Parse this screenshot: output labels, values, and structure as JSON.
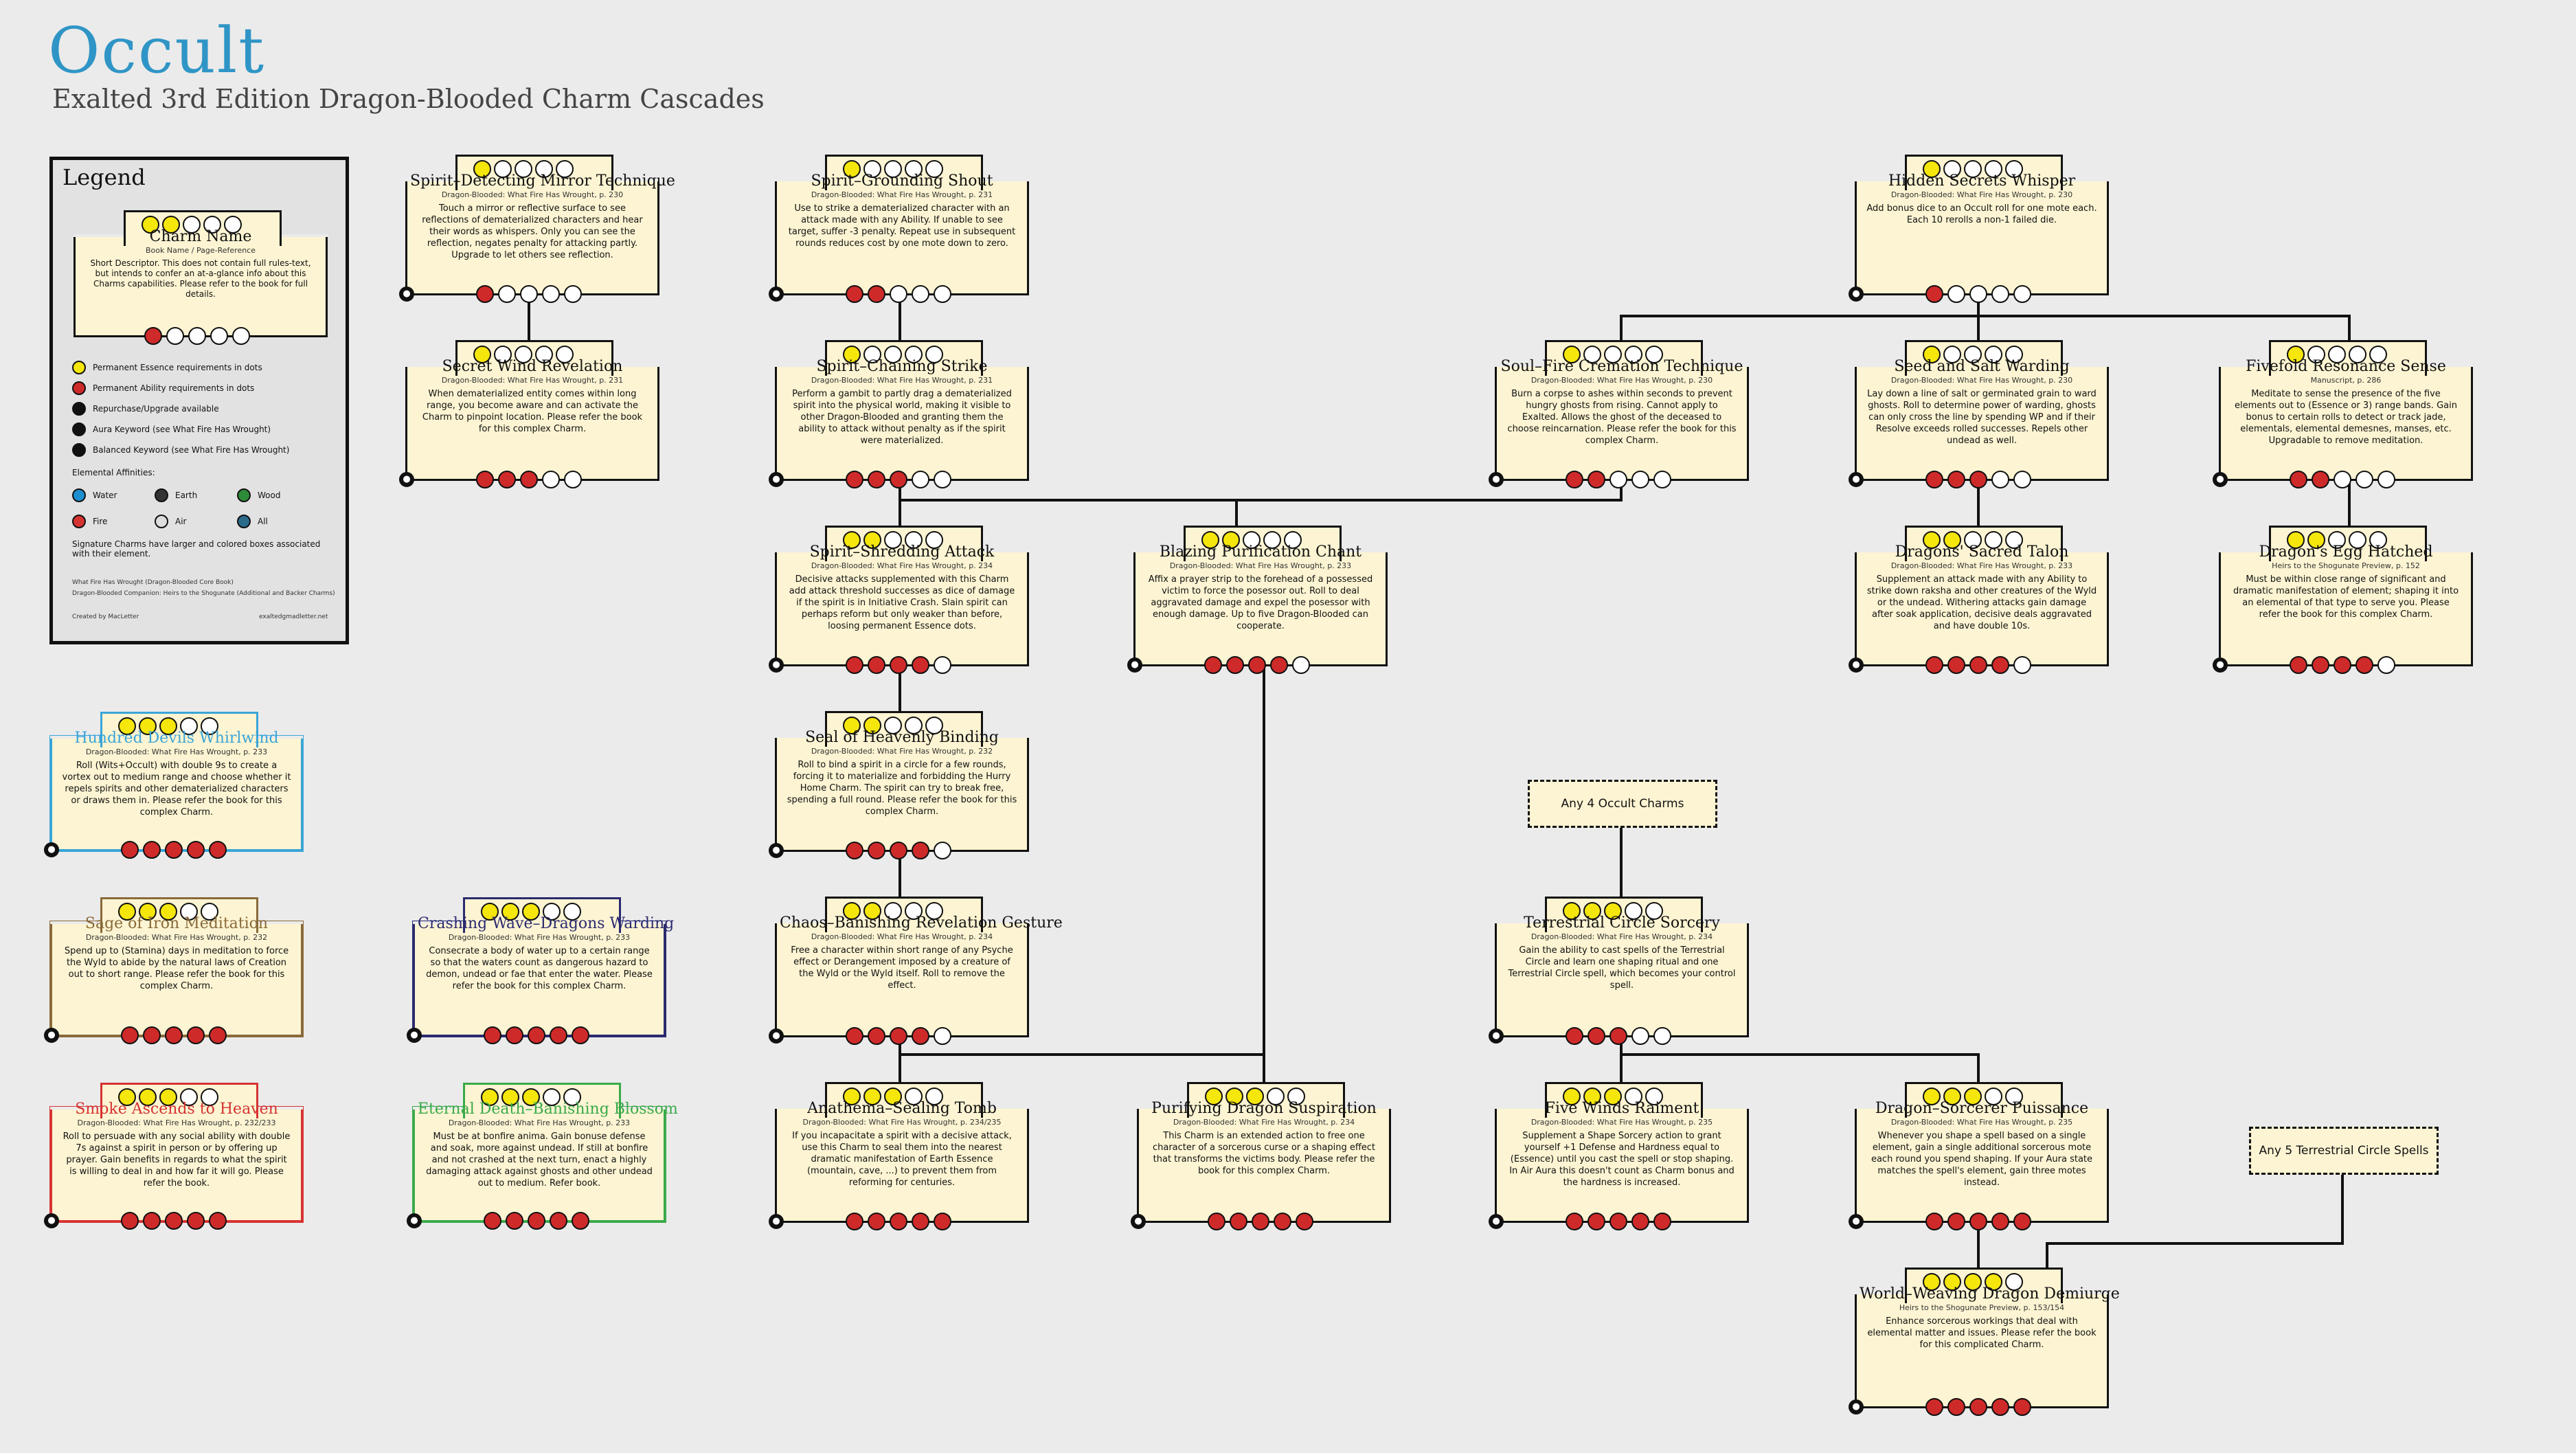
{
  "title": "Occult",
  "subtitle": "Exalted 3rd Edition Dragon-Blooded Charm Cascades",
  "legend": {
    "title": "Legend",
    "sample": {
      "name": "Charm Name",
      "book": "Book Name / Page-Reference",
      "desc": "Short Descriptor. This does not contain full rules-text, but intends to confer an at-a-glance info about this Charms capabilities. Please refer to the book for full details."
    },
    "keys": [
      {
        "label": "Permanent Essence requirements in dots",
        "icon": "essence-dot"
      },
      {
        "label": "Permanent Ability requirements in dots",
        "icon": "ability-dot"
      },
      {
        "label": "Repurchase/Upgrade available",
        "icon": "upgrade-icon"
      },
      {
        "label": "Aura Keyword (see What Fire Has Wrought)",
        "icon": "aura-icon"
      },
      {
        "label": "Balanced Keyword (see What Fire Has Wrought)",
        "icon": "balanced-icon"
      }
    ],
    "affinities_title": "Elemental Affinities:",
    "affinities": [
      "Water",
      "Earth",
      "Wood",
      "Fire",
      "Air",
      "All"
    ],
    "signature_note": "Signature Charms have larger and colored boxes associated with their element.",
    "sources": [
      "What Fire Has Wrought (Dragon-Blooded Core Book)",
      "Dragon-Blooded Companion: Heirs to the Shogunate (Additional and Backer Charms)"
    ],
    "credit": "Created by MacLetter",
    "site": "exaltedgmadletter.net"
  },
  "charms": [
    {
      "id": "mirror",
      "name": "Spirit–Detecting Mirror Technique",
      "book": "Dragon-Blooded: What Fire Has Wrought, p. 230",
      "desc": "Touch a mirror or reflective surface to see reflections of dematerialized characters and hear their words as whispers. Only you can see the reflection, negates penalty for attacking partly. Upgrade to let others see reflection.",
      "ess": 1,
      "abil": 1
    },
    {
      "id": "secretwind",
      "name": "Secret Wind Revelation",
      "book": "Dragon-Blooded: What Fire Has Wrought, p. 231",
      "desc": "When dematerialized entity comes within long range, you become aware and can activate the Charm to pinpoint location. Please refer the book for this complex Charm.",
      "ess": 1,
      "abil": 3
    },
    {
      "id": "grounding",
      "name": "Spirit–Grounding Shout",
      "book": "Dragon-Blooded: What Fire Has Wrought, p. 231",
      "desc": "Use to strike a dematerialized character with an attack made with any Ability. If unable to see target, suffer -3 penalty. Repeat use in subsequent rounds reduces cost by one mote down to zero.",
      "ess": 1,
      "abil": 2
    },
    {
      "id": "chaining",
      "name": "Spirit–Chaining Strike",
      "book": "Dragon-Blooded: What Fire Has Wrought, p. 231",
      "desc": "Perform a gambit to partly drag a dematerialized spirit into the physical world, making it visible to other Dragon-Blooded and granting them the ability to attack without penalty as if the spirit were materialized.",
      "ess": 1,
      "abil": 3
    },
    {
      "id": "shredding",
      "name": "Spirit–Shredding Attack",
      "book": "Dragon-Blooded: What Fire Has Wrought, p. 234",
      "desc": "Decisive attacks supplemented with this Charm add attack threshold successes as dice of damage if the spirit is in Initiative Crash. Slain spirit can perhaps reform but only weaker than before, loosing permanent Essence dots.",
      "ess": 2,
      "abil": 4
    },
    {
      "id": "blazing",
      "name": "Blazing Purification Chant",
      "book": "Dragon-Blooded: What Fire Has Wrought, p. 233",
      "desc": "Affix a prayer strip to the forehead of a possessed victim to force the posessor out. Roll to deal aggravated damage and expel the posessor with enough damage. Up to five Dragon-Blooded can cooperate.",
      "ess": 2,
      "abil": 4
    },
    {
      "id": "seal",
      "name": "Seal of Heavenly Binding",
      "book": "Dragon-Blooded: What Fire Has Wrought, p. 232",
      "desc": "Roll to bind a spirit in a circle for a few rounds, forcing it to materialize and forbidding the Hurry Home Charm. The spirit can try to break free, spending a full round. Please refer the book for this complex Charm.",
      "ess": 2,
      "abil": 4
    },
    {
      "id": "chaos",
      "name": "Chaos–Banishing Revelation Gesture",
      "book": "Dragon-Blooded: What Fire Has Wrought, p. 234",
      "desc": "Free a character within short range of any Psyche effect or Derangement imposed by a creature of the Wyld or the Wyld itself. Roll to remove the effect.",
      "ess": 2,
      "abil": 4
    },
    {
      "id": "anathema",
      "name": "Anathema–Sealing Tomb",
      "book": "Dragon-Blooded: What Fire Has Wrought, p. 234/235",
      "desc": "If you incapacitate a spirit with a decisive attack, use this Charm to seal them into the nearest dramatic manifestation of Earth Essence (mountain, cave, ...) to prevent them from reforming for centuries.",
      "ess": 3,
      "abil": 5
    },
    {
      "id": "purifying",
      "name": "Purifying Dragon Suspiration",
      "book": "Dragon-Blooded: What Fire Has Wrought, p. 234",
      "desc": "This Charm is an extended action to free one character of a sorcerous curse or a shaping effect that transforms the victims body. Please refer the book for this complex Charm.",
      "ess": 3,
      "abil": 5
    },
    {
      "id": "soulfire",
      "name": "Soul–Fire Cremation Technique",
      "book": "Dragon-Blooded: What Fire Has Wrought, p. 230",
      "desc": "Burn a corpse to ashes within seconds to prevent hungry ghosts from rising. Cannot apply to Exalted. Allows the ghost of the deceased to choose reincarnation. Please refer the book for this complex Charm.",
      "ess": 1,
      "abil": 2
    },
    {
      "id": "hidden",
      "name": "Hidden Secrets Whisper",
      "book": "Dragon-Blooded: What Fire Has Wrought, p. 230",
      "desc": "Add bonus dice to an Occult roll for one mote each. Each 10 rerolls a non-1 failed die.",
      "ess": 1,
      "abil": 1
    },
    {
      "id": "seedsalt",
      "name": "Seed and Salt Warding",
      "book": "Dragon-Blooded: What Fire Has Wrought, p. 230",
      "desc": "Lay down a line of salt or germinated grain to ward ghosts. Roll to determine power of warding, ghosts can only cross the line by spending WP and if their Resolve exceeds rolled successes. Repels other undead as well.",
      "ess": 1,
      "abil": 3
    },
    {
      "id": "talon",
      "name": "Dragons' Sacred Talon",
      "book": "Dragon-Blooded: What Fire Has Wrought, p. 233",
      "desc": "Supplement an attack made with any Ability to strike down raksha and other creatures of the Wyld or the undead. Withering attacks gain damage after soak application, decisive deals aggravated and have double 10s.",
      "ess": 2,
      "abil": 4
    },
    {
      "id": "fivefold",
      "name": "Fivefold Resonance Sense",
      "book": "Manuscript, p. 286",
      "desc": "Meditate to sense the presence of the five elements out to (Essence or 3) range bands. Gain bonus to certain rolls to detect or track jade, elementals, elemental demesnes, manses, etc. Upgradable to remove meditation.",
      "ess": 1,
      "abil": 2
    },
    {
      "id": "egg",
      "name": "Dragon's Egg Hatched",
      "book": "Heirs to the Shogunate Preview, p. 152",
      "desc": "Must be within close range of significant and dramatic manifestation of element; shaping it into an elemental of that type to serve you. Please refer the book for this complex Charm.",
      "ess": 2,
      "abil": 4
    },
    {
      "id": "tcs",
      "name": "Terrestrial Circle Sorcery",
      "book": "Dragon-Blooded: What Fire Has Wrought, p. 234",
      "desc": "Gain the ability to cast spells of the Terrestrial Circle and learn one shaping ritual and one Terrestrial Circle spell, which becomes your control spell.",
      "ess": 3,
      "abil": 3
    },
    {
      "id": "fivewinds",
      "name": "Five Winds Raiment",
      "book": "Dragon-Blooded: What Fire Has Wrought, p. 235",
      "desc": "Supplement a Shape Sorcery action to grant yourself +1 Defense and Hardness equal to (Essence) until you cast the spell or stop shaping. In Air Aura this doesn't count as Charm bonus and the hardness is increased.",
      "ess": 3,
      "abil": 5
    },
    {
      "id": "dsp",
      "name": "Dragon–Sorcerer Puissance",
      "book": "Dragon-Blooded: What Fire Has Wrought, p. 235",
      "desc": "Whenever you shape a spell based on a single element, gain a single additional sorcerous mote each round you spend shaping. If your Aura state matches the spell's element, gain three motes instead.",
      "ess": 3,
      "abil": 5
    },
    {
      "id": "demiurge",
      "name": "World–Weaving Dragon Demiurge",
      "book": "Heirs to the Shogunate Preview, p. 153/154",
      "desc": "Enhance sorcerous workings that deal with elemental matter and issues. Please refer the book for this complicated Charm.",
      "ess": 4,
      "abil": 5
    },
    {
      "id": "hundred",
      "name": "Hundred Devils Whirlwind",
      "book": "Dragon-Blooded: What Fire Has Wrought, p. 233",
      "desc": "Roll (Wits+Occult) with double 9s to create a vortex out to medium range and choose whether it repels spirits and other dematerialized characters or draws them in. Please refer the book for this complex Charm.",
      "ess": 3,
      "abil": 5,
      "color": "#3aa5d8"
    },
    {
      "id": "sage",
      "name": "Sage of Iron Meditation",
      "book": "Dragon-Blooded: What Fire Has Wrought, p. 232",
      "desc": "Spend up to (Stamina) days in meditation to force the Wyld to abide by the natural laws of Creation out to short range. Please refer the book for this complex Charm.",
      "ess": 3,
      "abil": 5,
      "color": "#8a6a3a"
    },
    {
      "id": "crashing",
      "name": "Crashing Wave–Dragons Warding",
      "book": "Dragon-Blooded: What Fire Has Wrought, p. 233",
      "desc": "Consecrate a body of water up to a certain range so that the waters count as dangerous hazard to demon, undead or fae that enter the water. Please refer the book for this complex Charm.",
      "ess": 3,
      "abil": 5,
      "color": "#2b2a70"
    },
    {
      "id": "smoke",
      "name": "Smoke Ascends to Heaven",
      "book": "Dragon-Blooded: What Fire Has Wrought, p. 232/233",
      "desc": "Roll to persuade with any social ability with double 7s against a spirit in person or by offering up prayer. Gain benefits in regards to what the spirit is willing to deal in and how far it will go. Please refer the book.",
      "ess": 3,
      "abil": 5,
      "color": "#d63333"
    },
    {
      "id": "eternal",
      "name": "Eternal Death–Banishing Blossom",
      "book": "Dragon-Blooded: What Fire Has Wrought, p. 233",
      "desc": "Must be at bonfire anima. Gain bonuse defense and soak, more against undead. If still at bonfire and not crashed at the next turn, enact a highly damaging attack against ghosts and other undead out to medium. Refer book.",
      "ess": 3,
      "abil": 5,
      "color": "#3aaa4a"
    }
  ],
  "placeholders": [
    {
      "id": "any4",
      "label": "Any 4 Occult Charms"
    },
    {
      "id": "any5",
      "label": "Any 5 Terrestrial Circle Spells"
    }
  ]
}
